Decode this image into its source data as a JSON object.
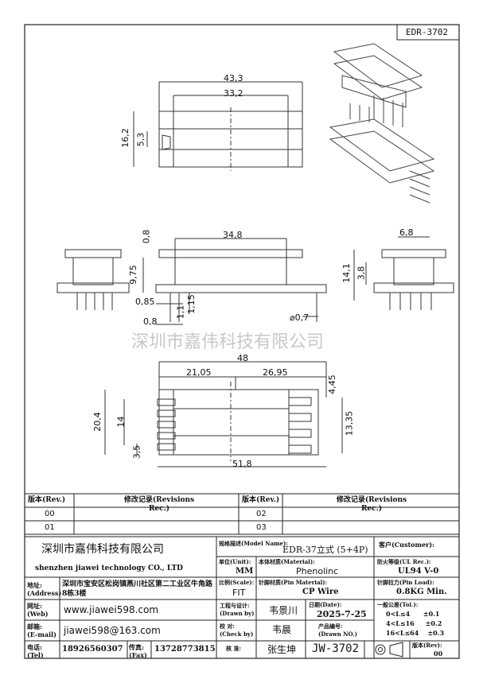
{
  "drawing_number_box": "EDR-3702",
  "dimensions": {
    "top_view": {
      "overall_width": "43,3",
      "inner_width": "33,2",
      "height": "16,2",
      "slot": "5,3"
    },
    "front_view": {
      "body_length": "34,8",
      "flange": "0,8",
      "height": "9,75",
      "pin_width": "0,85",
      "pin_base": "1,15",
      "pin_gap": "1,1",
      "pin_thk": "0,8",
      "pin_dia": "⌀0,7"
    },
    "side_view": {
      "width": "6,8",
      "height": "14,1",
      "offset": "3,8"
    },
    "bottom_view": {
      "overall": "48",
      "left": "21,05",
      "right": "26,95",
      "height": "20,4",
      "pitch_total": "14",
      "pitch": "3,5",
      "right_top": "4,45",
      "right_span": "13,35",
      "base_length": "51,8"
    }
  },
  "watermark": "深圳市嘉伟科技有限公司",
  "revisions": {
    "col_rev": "版本(Rev.)",
    "col_record": "修改记录(Revisions Rec.)",
    "left_rows": [
      "00",
      "01"
    ],
    "right_rows": [
      "02",
      "03"
    ]
  },
  "title_block": {
    "company_cn": "深圳市嘉伟科技有限公司",
    "company_en": "shenzhen  jiawei  technology  CO., LTD",
    "address_label": "地址:\n(Address)",
    "address_value": "深圳市宝安区松岗镇燕川社区第二工业区牛角路8栋3楼",
    "web_label": "网址:\n(Web)",
    "web_value": "www.jiawei598.com",
    "email_label": "邮箱:\n(E-mail)",
    "email_value": "jiawei598@163.com",
    "tel_label": "电话:\n(Tel)",
    "tel_value": "18926560307",
    "fax_label": "传真:\n(Fax)",
    "fax_value": "13728773815",
    "model_label": "规格描述(Model Name):",
    "model_value": "EDR-37立式 (5+4P)",
    "customer_label": "客户(Customer):",
    "unit_label": "单位(Unit):",
    "unit_value": "MM",
    "material_label": "本体材质(Material):",
    "material_value": "Phenolinc",
    "ul_label": "防火等级(UL Rec.):",
    "ul_value": "UL94  V-0",
    "scale_label": "比例(Scale):",
    "scale_value": "FIT",
    "pin_material_label": "针脚材质(Pin Material):",
    "pin_material_value": "CP Wire",
    "pin_load_label": "针脚拉力(Pin Load):",
    "pin_load_value": "0.8KG Min.",
    "drawn_label": "工程与设计:\n(Drawn by)",
    "drawn_value": "韦景川",
    "date_label": "日期(Date):",
    "date_value": "2025-7-25",
    "check_label": "校 对:\n(Check by)",
    "check_value": "韦晨",
    "drawing_no_label": "产品编号:\n(Drawn NO.)",
    "approve_label": "核 准:",
    "approve_value": "张生坤",
    "drawing_no_value": "JW-3702",
    "tol_label": "一般公差(Tol.):",
    "tol_rows": [
      "0<L≤4      ±0.1",
      "4<L≤16     ±0.2",
      "16<L≤64    ±0.3"
    ],
    "rev_label": "版本(Rev):",
    "rev_value": "00"
  }
}
